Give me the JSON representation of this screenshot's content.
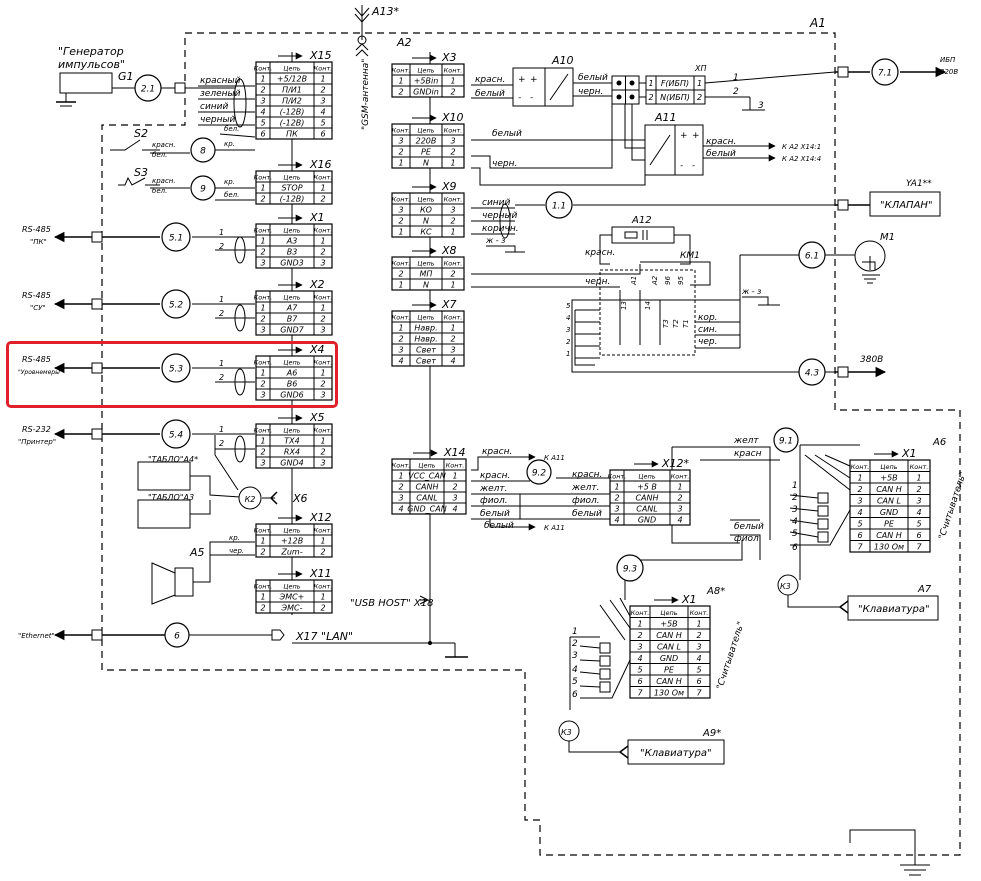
{
  "blocks": {
    "a1": "A1",
    "a13": "A13*",
    "a2": "A2",
    "a10": "A10",
    "a11": "A11",
    "a12": "A12",
    "km1": "КМ1",
    "m1": "М1",
    "g1": "G1",
    "gen": [
      "\"Генератор",
      "импульсов\""
    ],
    "gsm": "\"GSM-антенна\"",
    "s2": "S2",
    "s3": "S3",
    "k2": "К2",
    "k3a": "К3",
    "k3b": "К3",
    "a5": "А5",
    "a6": "А6",
    "a7": "А7",
    "a8": "А8*",
    "a9": "А9*",
    "ya1": "YA1**",
    "xp": "ХП"
  },
  "headers": [
    "Конт.",
    "Цепь",
    "Конт."
  ],
  "connectors": {
    "X15": {
      "label": "X15",
      "rows": [
        [
          "1",
          "+5/12В",
          "1"
        ],
        [
          "2",
          "П/И1",
          "2"
        ],
        [
          "3",
          "П/И2",
          "3"
        ],
        [
          "4",
          "(-12В)",
          "4"
        ],
        [
          "5",
          "(-12В)",
          "5"
        ],
        [
          "6",
          "ПК",
          "6"
        ]
      ]
    },
    "X16": {
      "label": "X16",
      "rows": [
        [
          "1",
          "STOP",
          "1"
        ],
        [
          "2",
          "(-12В)",
          "2"
        ]
      ]
    },
    "X1": {
      "label": "X1",
      "rows": [
        [
          "1",
          "А3",
          "1"
        ],
        [
          "2",
          "В3",
          "2"
        ],
        [
          "3",
          "GND3",
          "3"
        ]
      ]
    },
    "X2": {
      "label": "X2",
      "rows": [
        [
          "1",
          "А7",
          "1"
        ],
        [
          "2",
          "В7",
          "2"
        ],
        [
          "3",
          "GND7",
          "3"
        ]
      ]
    },
    "X4": {
      "label": "X4",
      "rows": [
        [
          "1",
          "А6",
          "1"
        ],
        [
          "2",
          "В6",
          "2"
        ],
        [
          "3",
          "GND6",
          "3"
        ]
      ]
    },
    "X5": {
      "label": "X5",
      "rows": [
        [
          "1",
          "TX4",
          "1"
        ],
        [
          "2",
          "RX4",
          "2"
        ],
        [
          "3",
          "GND4",
          "3"
        ]
      ]
    },
    "X12": {
      "label": "X12",
      "rows": [
        [
          "1",
          "+12В",
          "1"
        ],
        [
          "2",
          "Zum-",
          "2"
        ]
      ]
    },
    "X11": {
      "label": "X11",
      "rows": [
        [
          "1",
          "ЭМС+",
          "1"
        ],
        [
          "2",
          "ЭМС-",
          "2"
        ]
      ]
    },
    "X3": {
      "label": "X3",
      "rows": [
        [
          "1",
          "+5Вin",
          "1"
        ],
        [
          "2",
          "GNDin",
          "2"
        ]
      ]
    },
    "X10": {
      "label": "X10",
      "rows": [
        [
          "3",
          "220В",
          "3"
        ],
        [
          "2",
          "PE",
          "2"
        ],
        [
          "1",
          "N",
          "1"
        ]
      ]
    },
    "X9": {
      "label": "X9",
      "rows": [
        [
          "3",
          "КО",
          "3"
        ],
        [
          "2",
          "N",
          "2"
        ],
        [
          "1",
          "КС",
          "1"
        ]
      ]
    },
    "X8": {
      "label": "X8",
      "rows": [
        [
          "2",
          "МП",
          "2"
        ],
        [
          "1",
          "N",
          "1"
        ]
      ]
    },
    "X7": {
      "label": "X7",
      "rows": [
        [
          "1",
          "Навр.",
          "1"
        ],
        [
          "2",
          "Навр.",
          "2"
        ],
        [
          "3",
          "Свет",
          "3"
        ],
        [
          "4",
          "Свет",
          "4"
        ]
      ]
    },
    "X14": {
      "label": "X14",
      "rows": [
        [
          "1",
          "VCC_CAN",
          "1"
        ],
        [
          "2",
          "CANH",
          "2"
        ],
        [
          "3",
          "CANL",
          "3"
        ],
        [
          "4",
          "GND_CAN",
          "4"
        ]
      ]
    },
    "X12s": {
      "label": "X12*",
      "rows": [
        [
          "1",
          "+5  В",
          "1"
        ],
        [
          "2",
          "CANH",
          "2"
        ],
        [
          "3",
          "CANL",
          "3"
        ],
        [
          "4",
          "GND",
          "4"
        ]
      ]
    },
    "A6X1": {
      "label": "X1",
      "rows": [
        [
          "1",
          "+5В",
          "1"
        ],
        [
          "2",
          "CAN H",
          "2"
        ],
        [
          "3",
          "CAN L",
          "3"
        ],
        [
          "4",
          "GND",
          "4"
        ],
        [
          "5",
          "PE",
          "5"
        ],
        [
          "6",
          "CAN H",
          "6"
        ],
        [
          "7",
          "130 Ом",
          "7"
        ]
      ]
    },
    "A8X1": {
      "label": "X1",
      "rows": [
        [
          "1",
          "+5В",
          "1"
        ],
        [
          "2",
          "CAN H",
          "2"
        ],
        [
          "3",
          "CAN L",
          "3"
        ],
        [
          "4",
          "GND",
          "4"
        ],
        [
          "5",
          "PE",
          "5"
        ],
        [
          "6",
          "CAN H",
          "6"
        ],
        [
          "7",
          "130 Ом",
          "7"
        ]
      ]
    }
  },
  "xp_rows": [
    [
      "1",
      "F(ИБП)",
      "1"
    ],
    [
      "2",
      "N(ИБП)",
      "2"
    ]
  ],
  "circles": {
    "c21": "2.1",
    "c8": "8",
    "c9": "9",
    "c51": "5.1",
    "c52": "5.2",
    "c53": "5.3",
    "c54": "5.4",
    "c6": "6",
    "c71": "7.1",
    "c11": "1.1",
    "c61": "6.1",
    "c43": "4.3",
    "c92": "9.2",
    "c91": "9.1",
    "c93": "9.3"
  },
  "labels": {
    "x6": "X6",
    "x17": "X17  \"LAN\"",
    "x18": "\"USB HOST\"  X18",
    "rs485pk": [
      "RS-485",
      "\"ПК\""
    ],
    "rs485su": [
      "RS-485",
      "\"СУ\""
    ],
    "rs485ur": [
      "RS-485",
      "\"Уровнемеры\""
    ],
    "rs232": [
      "RS-232",
      "\"Принтер\""
    ],
    "ethernet": "\"Ethernet\"",
    "tabloA4": "\"ТАБЛО\"А4*",
    "tabloA3": "\"ТАБЛО\"А3",
    "ibp": [
      "ИБП",
      "220В"
    ],
    "v380": "380В",
    "klapan": "\"КЛАПАН\"",
    "klav1": "\"Клавиатура\"",
    "klav2": "\"Клавиатура\"",
    "schit1": "\"Считыватель\"",
    "schit2": "\"Считыватель\"",
    "kA11a": "К А11",
    "kA11b": "К А11",
    "kA2a": "К А2  X14:1",
    "kA2b": "К А2  X14:4"
  },
  "wires": {
    "krasn": "красный",
    "zel": "зеленый",
    "sin": "синий",
    "cher": "черный",
    "bel": "бел.",
    "kr": "кр.",
    "krasn2": "красн.",
    "bel2": "бел.",
    "chr": "чер.",
    "krasnA": "красн.",
    "belyA": "белый",
    "belyB": "белый",
    "chernB": "черн.",
    "belyC": "белый",
    "chernC": "черн.",
    "krasnD": "красн.",
    "belyD": "белый",
    "sinE": "синий",
    "chernE": "черный",
    "korE": "коричн.",
    "zhz": "ж - з",
    "krasnF": "красн.",
    "chernF": "черн.",
    "zhz2": "ж - з",
    "kor": "кор.",
    "sinF": "син.",
    "cherF": "чер.",
    "krasnG": "красн.",
    "zhelG": "желт.",
    "fiolG": "фиол.",
    "belyG": "белый",
    "belyG2": "белый",
    "krasnH": "красн.",
    "zhelH": "желт.",
    "fiolH": "фиол.",
    "belyH": "белый",
    "zhelI": "желт",
    "krasnI": "красн",
    "belyI": "белый",
    "fiolI": "фиол"
  },
  "relay_pins": [
    "5",
    "4",
    "3",
    "2",
    "1"
  ],
  "km_pins": [
    "А1",
    "А2",
    "96",
    "95",
    "13",
    "14",
    "Т3",
    "Т2",
    "Т1"
  ]
}
